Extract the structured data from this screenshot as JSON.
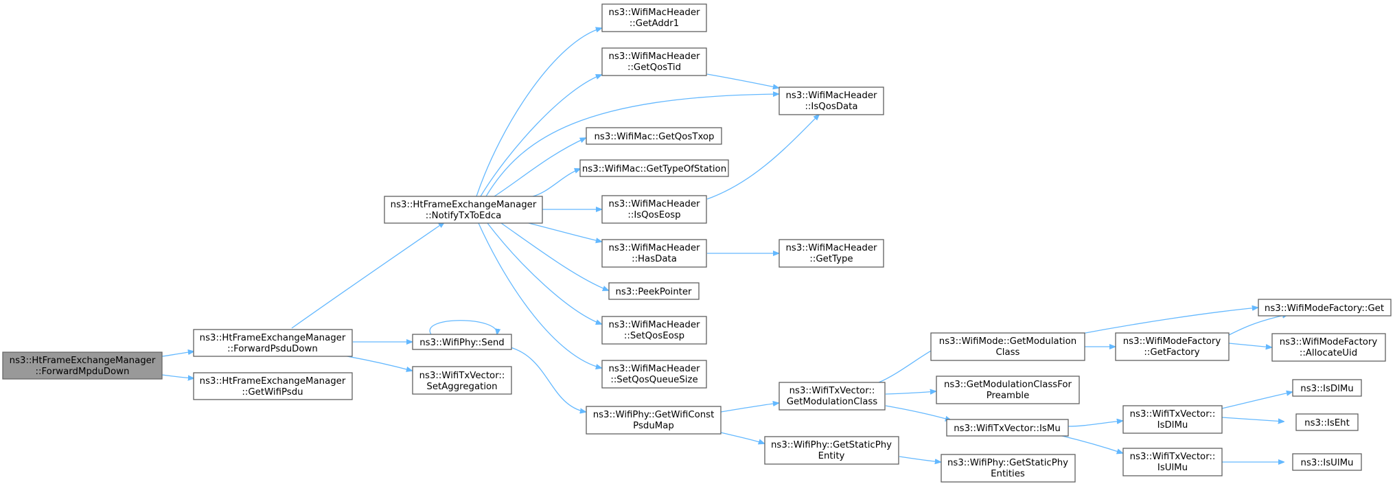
{
  "graph": {
    "colors": {
      "edge": "#63b8ff",
      "node_border": "#5f5f5f",
      "root_fill": "#999999",
      "node_fill": "#ffffff"
    },
    "nodes": [
      {
        "id": "n_forwardmpdu",
        "lines": [
          "ns3::HtFrameExchangeManager",
          "::ForwardMpduDown"
        ],
        "root": true
      },
      {
        "id": "n_forwardpsdu",
        "lines": [
          "ns3::HtFrameExchangeManager",
          "::ForwardPsduDown"
        ]
      },
      {
        "id": "n_getwifipsdu",
        "lines": [
          "ns3::HtFrameExchangeManager",
          "::GetWifiPsdu"
        ]
      },
      {
        "id": "n_notifytx",
        "lines": [
          "ns3::HtFrameExchangeManager",
          "::NotifyTxToEdca"
        ]
      },
      {
        "id": "n_send",
        "lines": [
          "ns3::WifiPhy::Send"
        ]
      },
      {
        "id": "n_setaggregation",
        "lines": [
          "ns3::WifiTxVector::",
          "SetAggregation"
        ]
      },
      {
        "id": "n_getaddr1",
        "lines": [
          "ns3::WifiMacHeader",
          "::GetAddr1"
        ]
      },
      {
        "id": "n_getqostid",
        "lines": [
          "ns3::WifiMacHeader",
          "::GetQosTid"
        ]
      },
      {
        "id": "n_isqosdata",
        "lines": [
          "ns3::WifiMacHeader",
          "::IsQosData"
        ]
      },
      {
        "id": "n_getqostxop",
        "lines": [
          "ns3::WifiMac::GetQosTxop"
        ]
      },
      {
        "id": "n_gettypeofstation",
        "lines": [
          "ns3::WifiMac::GetTypeOfStation"
        ]
      },
      {
        "id": "n_isqoseosp",
        "lines": [
          "ns3::WifiMacHeader",
          "::IsQosEosp"
        ]
      },
      {
        "id": "n_hasdata",
        "lines": [
          "ns3::WifiMacHeader",
          "::HasData"
        ]
      },
      {
        "id": "n_gettype",
        "lines": [
          "ns3::WifiMacHeader",
          "::GetType"
        ]
      },
      {
        "id": "n_peekpointer",
        "lines": [
          "ns3::PeekPointer"
        ]
      },
      {
        "id": "n_setqoseosp",
        "lines": [
          "ns3::WifiMacHeader",
          "::SetQosEosp"
        ]
      },
      {
        "id": "n_setqosqueuesize",
        "lines": [
          "ns3::WifiMacHeader",
          "::SetQosQueueSize"
        ]
      },
      {
        "id": "n_getwificonstpsdumap",
        "lines": [
          "ns3::WifiPhy::GetWifiConst",
          "PsduMap"
        ]
      },
      {
        "id": "n_txv_getmodclass",
        "lines": [
          "ns3::WifiTxVector::",
          "GetModulationClass"
        ]
      },
      {
        "id": "n_getstaticphyentity",
        "lines": [
          "ns3::WifiPhy::GetStaticPhy",
          "Entity"
        ]
      },
      {
        "id": "n_mode_getmodclass",
        "lines": [
          "ns3::WifiMode::GetModulation",
          "Class"
        ]
      },
      {
        "id": "n_getmodclassforpreamble",
        "lines": [
          "ns3::GetModulationClassFor",
          "Preamble"
        ]
      },
      {
        "id": "n_txv_ismu",
        "lines": [
          "ns3::WifiTxVector::IsMu"
        ]
      },
      {
        "id": "n_getstaticphyentities",
        "lines": [
          "ns3::WifiPhy::GetStaticPhy",
          "Entities"
        ]
      },
      {
        "id": "n_getfactory",
        "lines": [
          "ns3::WifiModeFactory",
          "::GetFactory"
        ]
      },
      {
        "id": "n_factory_get",
        "lines": [
          "ns3::WifiModeFactory::Get"
        ]
      },
      {
        "id": "n_allocateuid",
        "lines": [
          "ns3::WifiModeFactory",
          "::AllocateUid"
        ]
      },
      {
        "id": "n_txv_isdlmu",
        "lines": [
          "ns3::WifiTxVector::",
          "IsDlMu"
        ]
      },
      {
        "id": "n_txv_isulmu",
        "lines": [
          "ns3::WifiTxVector::",
          "IsUlMu"
        ]
      },
      {
        "id": "n_isdlmu",
        "lines": [
          "ns3::IsDlMu"
        ]
      },
      {
        "id": "n_iseht",
        "lines": [
          "ns3::IsEht"
        ]
      },
      {
        "id": "n_isulmu",
        "lines": [
          "ns3::IsUlMu"
        ]
      }
    ]
  }
}
